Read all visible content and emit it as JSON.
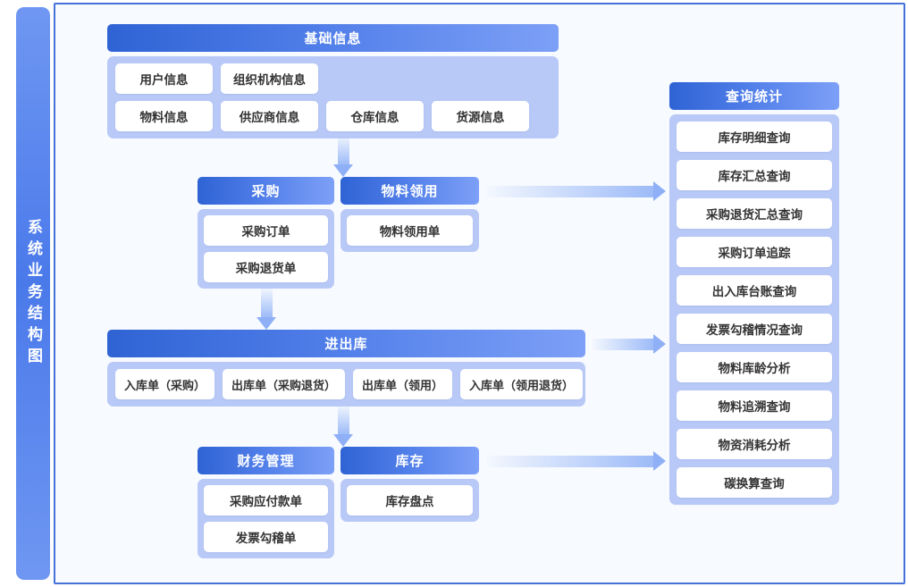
{
  "sidebar": {
    "title": "系统业务结构图"
  },
  "colors": {
    "header_gradient_start": "#2f63d4",
    "header_gradient_end": "#7da0f7",
    "module_body_bg": "#b9c9f7",
    "panel_bg": "#f7fafe",
    "panel_border": "#4571d8",
    "card_bg": "#ffffff",
    "card_text": "#333333",
    "arrow": "#8fb0f7"
  },
  "modules": {
    "basic": {
      "title": "基础信息",
      "items": [
        "用户信息",
        "组织机构信息",
        "物料信息",
        "供应商信息",
        "仓库信息",
        "货源信息"
      ]
    },
    "purchase": {
      "title": "采购",
      "items": [
        "采购订单",
        "采购退货单"
      ]
    },
    "picking": {
      "title": "物料领用",
      "items": [
        "物料领用单"
      ]
    },
    "inout": {
      "title": "进出库",
      "items": [
        "入库单（采购）",
        "出库单（采购退货）",
        "出库单（领用）",
        "入库单（领用退货）"
      ]
    },
    "finance": {
      "title": "财务管理",
      "items": [
        "采购应付款单",
        "发票勾稽单"
      ]
    },
    "stock": {
      "title": "库存",
      "items": [
        "库存盘点"
      ]
    },
    "query": {
      "title": "查询统计",
      "items": [
        "库存明细查询",
        "库存汇总查询",
        "采购退货汇总查询",
        "采购订单追踪",
        "出入库台账查询",
        "发票勾稽情况查询",
        "物料库龄分析",
        "物料追溯查询",
        "物资消耗分析",
        "碳换算查询"
      ]
    }
  }
}
